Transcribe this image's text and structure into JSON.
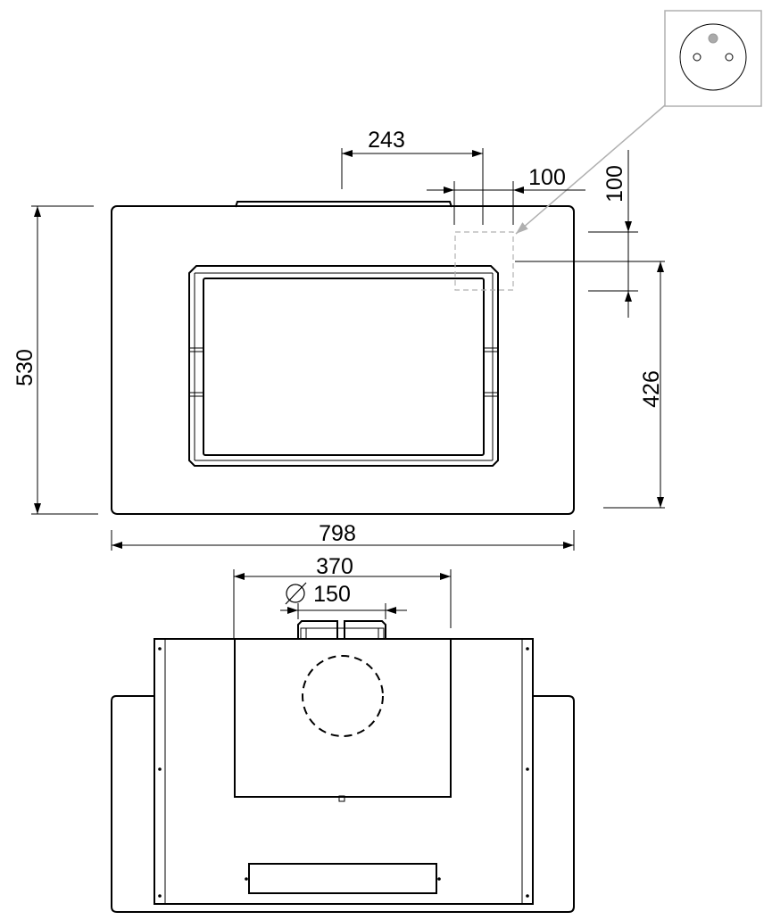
{
  "dimensions": {
    "width_800": "798",
    "height_530": "530",
    "height_426": "426",
    "offset_243": "243",
    "socket_width_100": "100",
    "socket_height_100": "100",
    "duct_spacing_370": "370",
    "duct_diameter": "150"
  },
  "icons": {
    "socket": "french-socket-icon",
    "diameter": "diameter-symbol-icon"
  },
  "colors": {
    "line": "#000000",
    "socket_callout": "#b0b0b0"
  }
}
